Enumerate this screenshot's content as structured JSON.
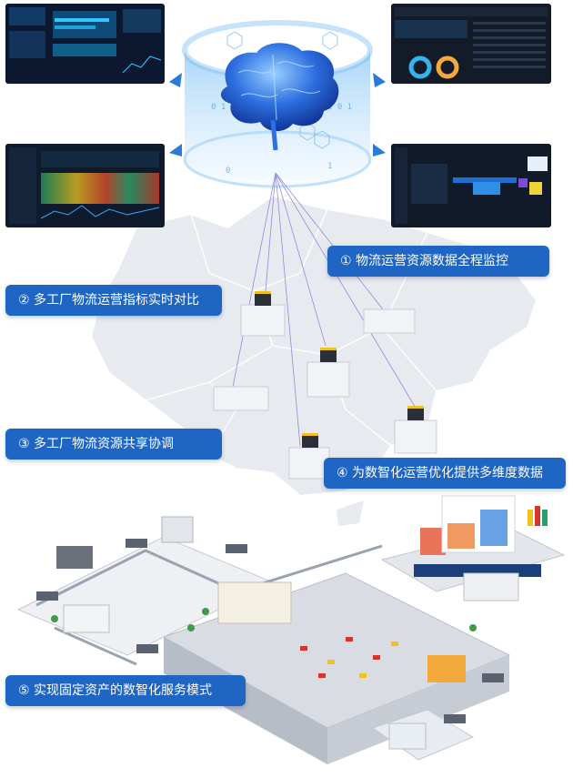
{
  "labels": {
    "monitor": "① 物流运营资源数据全程监控",
    "compare": "② 多工厂物流运营指标实时对比",
    "share": "③ 多工厂物流资源共享协调",
    "data": "④ 为数智化运营优化提供多维度数据",
    "service": "⑤ 实现固定资产的数智化服务模式"
  },
  "colors": {
    "label_bg": "#1f66c4",
    "dashboard_bg": "#0e1a2c",
    "map": "#e6e9ee",
    "accent": "#2a7bd8"
  }
}
